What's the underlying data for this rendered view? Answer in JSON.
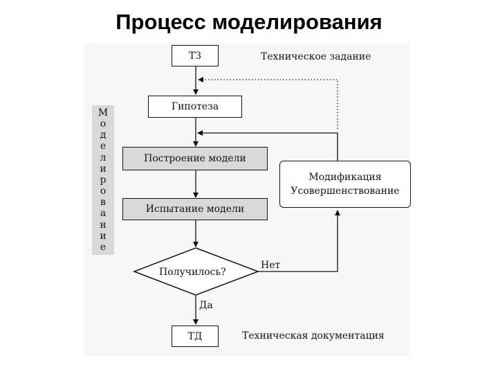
{
  "title": "Процесс моделирования",
  "boxes": {
    "tz": "ТЗ",
    "hypothesis": "Гипотеза",
    "build": "Построение модели",
    "test": "Испытание модели",
    "decision": "Получилось?",
    "td": "ТД",
    "modification_line1": "Модификация",
    "modification_line2": "Усовершенствование"
  },
  "labels": {
    "tz_desc": "Техническое задание",
    "td_desc": "Техническая документация",
    "no": "Нет",
    "yes": "Да"
  },
  "side_label": [
    "М",
    "о",
    "д",
    "е",
    "л",
    "и",
    "р",
    "о",
    "в",
    "а",
    "н",
    "и",
    "е"
  ]
}
